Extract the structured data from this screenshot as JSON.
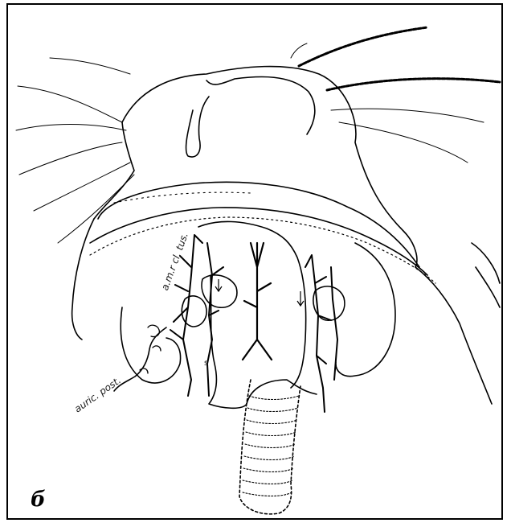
{
  "figure": {
    "panel_label": "б",
    "annotations": {
      "anterior": "a.m.r cl. tus.",
      "posterior": "auric. post.",
      "small_mark": "s"
    }
  },
  "style": {
    "ink": "#000000",
    "paper": "#ffffff"
  }
}
